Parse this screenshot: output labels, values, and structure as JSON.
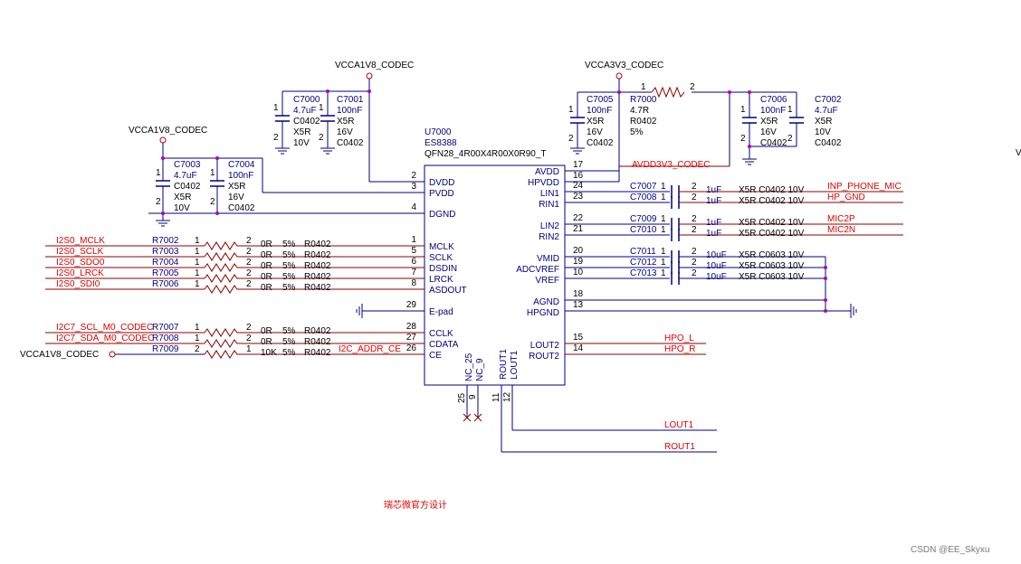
{
  "power_nets": {
    "top_left": "VCCA1V8_CODEC",
    "left": "VCCA1V8_CODEC",
    "top_right": "VCCA3V3_CODEC",
    "ce_pullup": "VCCA1V8_CODEC"
  },
  "chip": {
    "ref": "U7000",
    "part": "ES8388",
    "package": "QFN28_4R00X4R00X0R90_T",
    "left_pins": [
      {
        "num": "2",
        "name": "DVDD"
      },
      {
        "num": "3",
        "name": "PVDD"
      },
      {
        "num": "4",
        "name": "DGND"
      },
      {
        "num": "1",
        "name": "MCLK"
      },
      {
        "num": "5",
        "name": "SCLK"
      },
      {
        "num": "6",
        "name": "DSDIN"
      },
      {
        "num": "7",
        "name": "LRCK"
      },
      {
        "num": "8",
        "name": "ASDOUT"
      },
      {
        "num": "29",
        "name": "E-pad"
      },
      {
        "num": "28",
        "name": "CCLK"
      },
      {
        "num": "27",
        "name": "CDATA"
      },
      {
        "num": "26",
        "name": "CE"
      }
    ],
    "right_pins": [
      {
        "num": "17",
        "name": "AVDD"
      },
      {
        "num": "16",
        "name": "HPVDD"
      },
      {
        "num": "24",
        "name": "LIN1"
      },
      {
        "num": "23",
        "name": "RIN1"
      },
      {
        "num": "22",
        "name": "LIN2"
      },
      {
        "num": "21",
        "name": "RIN2"
      },
      {
        "num": "20",
        "name": "VMID"
      },
      {
        "num": "19",
        "name": "ADCVREF"
      },
      {
        "num": "10",
        "name": "VREF"
      },
      {
        "num": "18",
        "name": "AGND"
      },
      {
        "num": "13",
        "name": "HPGND"
      },
      {
        "num": "15",
        "name": "LOUT2"
      },
      {
        "num": "14",
        "name": "ROUT2"
      }
    ],
    "bottom_pins": [
      {
        "num": "25",
        "name": "NC_25"
      },
      {
        "num": "9",
        "name": "NC_9"
      },
      {
        "num": "11",
        "name": "ROUT1"
      },
      {
        "num": "12",
        "name": "LOUT1"
      }
    ]
  },
  "decoupling_caps": [
    {
      "ref": "C7000",
      "value": "4.7uF",
      "fp": "C0402",
      "diel": "X5R",
      "volt": "10V"
    },
    {
      "ref": "C7001",
      "value": "100nF",
      "fp": "C0402",
      "diel": "X5R",
      "volt": "16V"
    },
    {
      "ref": "C7003",
      "value": "4.7uF",
      "fp": "C0402",
      "diel": "X5R",
      "volt": "10V"
    },
    {
      "ref": "C7004",
      "value": "100nF",
      "fp": "C0402",
      "diel": "X5R",
      "volt": "16V"
    },
    {
      "ref": "C7005",
      "value": "100nF",
      "fp": "C0402",
      "diel": "X5R",
      "volt": "16V"
    },
    {
      "ref": "C7006",
      "value": "100nF",
      "fp": "C0402",
      "diel": "X5R",
      "volt": "16V"
    },
    {
      "ref": "C7002",
      "value": "4.7uF",
      "fp": "C0402",
      "diel": "X5R",
      "volt": "10V"
    }
  ],
  "r7000": {
    "ref": "R7000",
    "value": "4.7R",
    "fp": "R0402",
    "tol": "5%",
    "net": "AVDD3V3_CODEC"
  },
  "i2s_resistors": [
    {
      "net": "I2S0_MCLK",
      "ref": "R7002",
      "value": "0R",
      "tol": "5%",
      "fp": "R0402"
    },
    {
      "net": "I2S0_SCLK",
      "ref": "R7003",
      "value": "0R",
      "tol": "5%",
      "fp": "R0402"
    },
    {
      "net": "I2S0_SDO0",
      "ref": "R7004",
      "value": "0R",
      "tol": "5%",
      "fp": "R0402"
    },
    {
      "net": "I2S0_LRCK",
      "ref": "R7005",
      "value": "0R",
      "tol": "5%",
      "fp": "R0402"
    },
    {
      "net": "I2S0_SDI0",
      "ref": "R7006",
      "value": "0R",
      "tol": "5%",
      "fp": "R0402"
    }
  ],
  "i2c_resistors": [
    {
      "net": "I2C7_SCL_M0_CODEC",
      "ref": "R7007",
      "value": "0R",
      "tol": "5%",
      "fp": "R0402"
    },
    {
      "net": "I2C7_SDA_M0_CODEC",
      "ref": "R7008",
      "value": "0R",
      "tol": "5%",
      "fp": "R0402"
    },
    {
      "net": "",
      "ref": "R7009",
      "value": "10K",
      "tol": "5%",
      "fp": "R0402",
      "extra": "I2C_ADDR_CE"
    }
  ],
  "right_caps": [
    {
      "ref": "C7007",
      "value": "1uF",
      "spec": "X5R C0402 10V",
      "net": "INP_PHONE_MIC"
    },
    {
      "ref": "C7008",
      "value": "1uF",
      "spec": "X5R C0402 10V",
      "net": "HP_GND"
    },
    {
      "ref": "C7009",
      "value": "1uF",
      "spec": "X5R C0402 10V",
      "net": "MIC2P"
    },
    {
      "ref": "C7010",
      "value": "1uF",
      "spec": "X5R C0402 10V",
      "net": "MIC2N"
    },
    {
      "ref": "C7011",
      "value": "10uF",
      "spec": "X5R C0603 10V",
      "net": ""
    },
    {
      "ref": "C7012",
      "value": "10uF",
      "spec": "X5R C0603 10V",
      "net": ""
    },
    {
      "ref": "C7013",
      "value": "10uF",
      "spec": "X5R C0603 10V",
      "net": ""
    }
  ],
  "outputs": {
    "hpo_l": "HPO_L",
    "hpo_r": "HPO_R",
    "lout1": "LOUT1",
    "rout1": "ROUT1"
  },
  "heading": "瑞芯微官方设计",
  "watermark": "CSDN @EE_Skyxu",
  "edge_fragment": "V",
  "pin_numbers": {
    "one": "1",
    "two": "2"
  }
}
